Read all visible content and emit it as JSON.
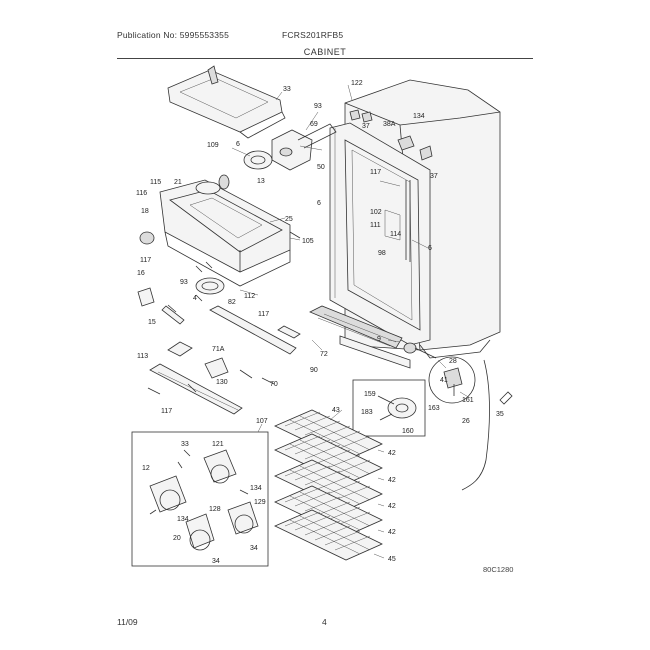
{
  "header": {
    "publication": "Publication No: 5995553355",
    "model": "FCRS201RFB5",
    "section_title": "CABINET"
  },
  "footer": {
    "date": "11/09",
    "page_number": "4"
  },
  "drawing_code": "80C1280",
  "callouts": [
    {
      "id": "c-33",
      "text": "33"
    },
    {
      "id": "c-122",
      "text": "122"
    },
    {
      "id": "c-93",
      "text": "93"
    },
    {
      "id": "c-69",
      "text": "69"
    },
    {
      "id": "c-38a",
      "text": "38A"
    },
    {
      "id": "c-134a",
      "text": "134"
    },
    {
      "id": "c-37a",
      "text": "37"
    },
    {
      "id": "c-37b",
      "text": "37"
    },
    {
      "id": "c-109",
      "text": "109"
    },
    {
      "id": "c-6a",
      "text": "6"
    },
    {
      "id": "c-50",
      "text": "50"
    },
    {
      "id": "c-13",
      "text": "13"
    },
    {
      "id": "c-115",
      "text": "115"
    },
    {
      "id": "c-21",
      "text": "21"
    },
    {
      "id": "c-116",
      "text": "116"
    },
    {
      "id": "c-18",
      "text": "18"
    },
    {
      "id": "c-25",
      "text": "25"
    },
    {
      "id": "c-105",
      "text": "105"
    },
    {
      "id": "c-117a",
      "text": "117"
    },
    {
      "id": "c-6b",
      "text": "6"
    },
    {
      "id": "c-102",
      "text": "102"
    },
    {
      "id": "c-111",
      "text": "111"
    },
    {
      "id": "c-114",
      "text": "114"
    },
    {
      "id": "c-98",
      "text": "98"
    },
    {
      "id": "c-6c",
      "text": "6"
    },
    {
      "id": "c-117b",
      "text": "117"
    },
    {
      "id": "c-16",
      "text": "16"
    },
    {
      "id": "c-93b",
      "text": "93"
    },
    {
      "id": "c-4",
      "text": "4"
    },
    {
      "id": "c-112",
      "text": "112"
    },
    {
      "id": "c-82",
      "text": "82"
    },
    {
      "id": "c-117c",
      "text": "117"
    },
    {
      "id": "c-15",
      "text": "15"
    },
    {
      "id": "c-9",
      "text": "9"
    },
    {
      "id": "c-71a",
      "text": "71A"
    },
    {
      "id": "c-72",
      "text": "72"
    },
    {
      "id": "c-113",
      "text": "113"
    },
    {
      "id": "c-90",
      "text": "90"
    },
    {
      "id": "c-28",
      "text": "28"
    },
    {
      "id": "c-41",
      "text": "41"
    },
    {
      "id": "c-130",
      "text": "130"
    },
    {
      "id": "c-70",
      "text": "70"
    },
    {
      "id": "c-117d",
      "text": "117"
    },
    {
      "id": "c-159",
      "text": "159"
    },
    {
      "id": "c-183",
      "text": "183"
    },
    {
      "id": "c-160",
      "text": "160"
    },
    {
      "id": "c-163",
      "text": "163"
    },
    {
      "id": "c-161",
      "text": "161"
    },
    {
      "id": "c-35",
      "text": "35"
    },
    {
      "id": "c-26",
      "text": "26"
    },
    {
      "id": "c-43",
      "text": "43"
    },
    {
      "id": "c-107",
      "text": "107"
    },
    {
      "id": "c-33b",
      "text": "33"
    },
    {
      "id": "c-121",
      "text": "121"
    },
    {
      "id": "c-12",
      "text": "12"
    },
    {
      "id": "c-134b",
      "text": "134"
    },
    {
      "id": "c-129",
      "text": "129"
    },
    {
      "id": "c-128",
      "text": "128"
    },
    {
      "id": "c-134c",
      "text": "134"
    },
    {
      "id": "c-20",
      "text": "20"
    },
    {
      "id": "c-34a",
      "text": "34"
    },
    {
      "id": "c-34b",
      "text": "34"
    },
    {
      "id": "c-42a",
      "text": "42"
    },
    {
      "id": "c-42b",
      "text": "42"
    },
    {
      "id": "c-42c",
      "text": "42"
    },
    {
      "id": "c-42d",
      "text": "42"
    },
    {
      "id": "c-45",
      "text": "45"
    }
  ]
}
